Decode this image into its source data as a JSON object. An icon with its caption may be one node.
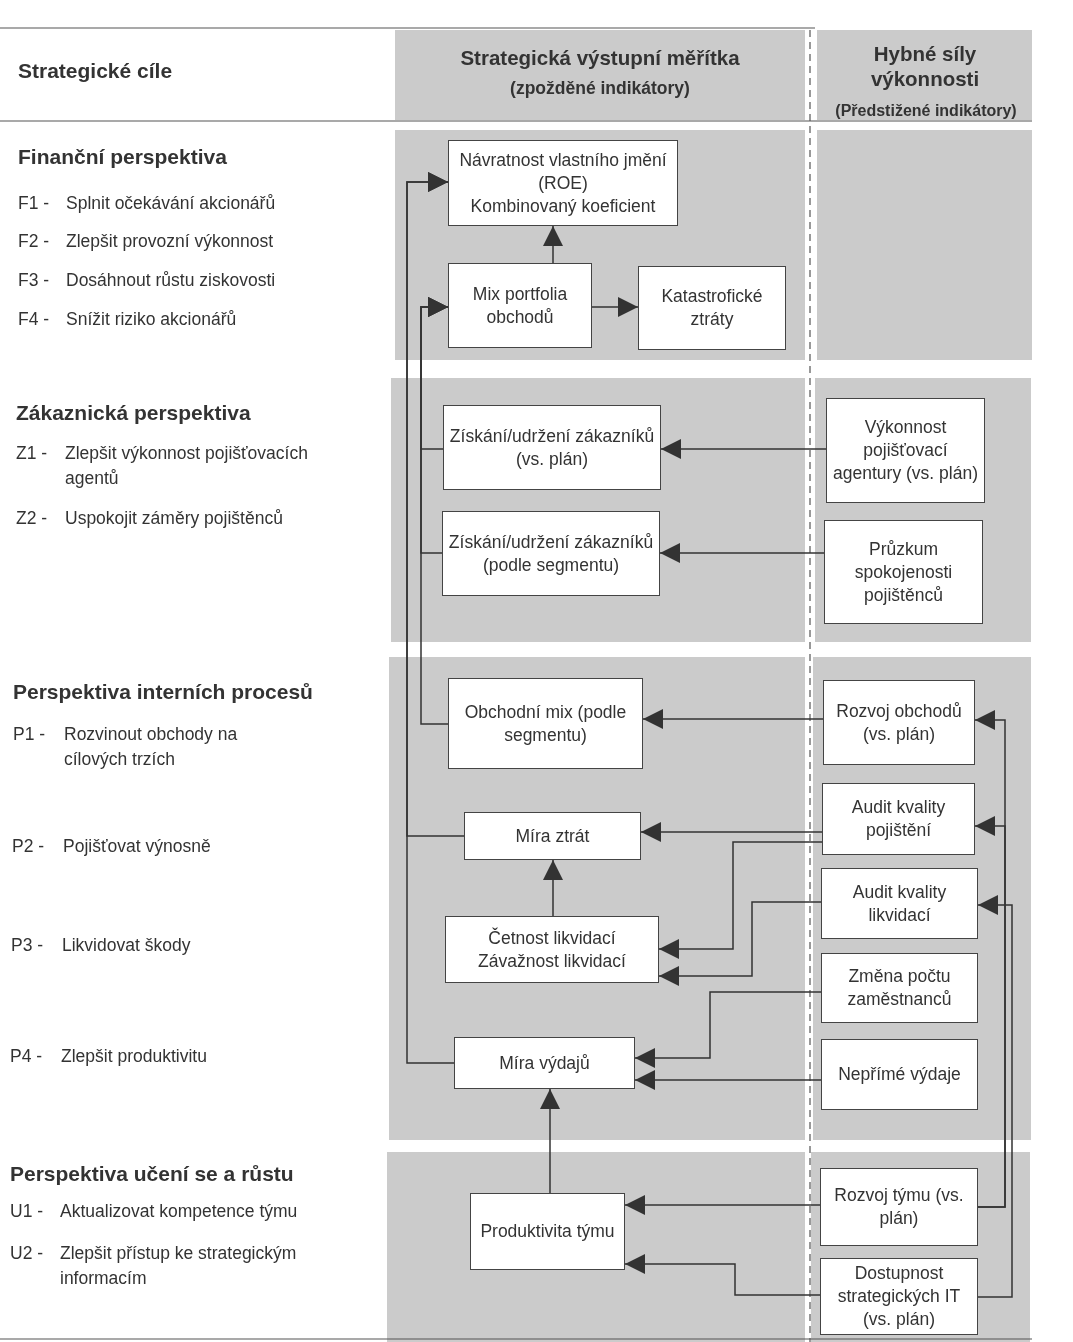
{
  "diagram": {
    "nodes": [
      {
        "text": [
          "Návratnost vlastního jmění (ROE)",
          "Kombinovaný koeficient"
        ]
      },
      {
        "text": [
          "Mix portfolia obchodů"
        ]
      },
      {
        "text": [
          "Katastrofické ztráty"
        ]
      },
      {
        "text": [
          "Získání/udržení zákazníků (vs. plán)"
        ]
      },
      {
        "text": [
          "Výkonnost pojišťovací agentury (vs. plán)"
        ]
      },
      {
        "text": [
          "Získání/udržení zákazníků (podle segmentu)"
        ]
      },
      {
        "text": [
          "Průzkum spokojenosti pojištěnců"
        ]
      },
      {
        "text": [
          "Obchodní mix (podle segmentu)"
        ]
      },
      {
        "text": [
          "Rozvoj obchodů (vs. plán)"
        ]
      },
      {
        "text": [
          "Míra ztrát"
        ]
      },
      {
        "text": [
          "Audit kvality pojištění"
        ]
      },
      {
        "text": [
          "Četnost likvidací",
          "Závažnost likvidací"
        ]
      },
      {
        "text": [
          "Audit kvality likvidací"
        ]
      },
      {
        "text": [
          "Změna počtu zaměstnanců"
        ]
      },
      {
        "text": [
          "Míra výdajů"
        ]
      },
      {
        "text": [
          "Nepřímé výdaje"
        ]
      },
      {
        "text": [
          "Produktivita týmu"
        ]
      },
      {
        "text": [
          "Rozvoj týmu (vs. plán)"
        ]
      },
      {
        "text": [
          "Dostupnost strategických IT (vs. plán)"
        ]
      }
    ],
    "edges": [
      {
        "from": 1,
        "to": 0,
        "arrow": "to"
      },
      {
        "from": 1,
        "to": 2,
        "arrow": "to"
      },
      {
        "from": 4,
        "to": 3,
        "arrow": "to"
      },
      {
        "from": 6,
        "to": 5,
        "arrow": "to"
      },
      {
        "from": 8,
        "to": 7,
        "arrow": "to"
      },
      {
        "from": 10,
        "to": 9,
        "arrow": "to"
      },
      {
        "from": 10,
        "to": 11,
        "arrow": "to"
      },
      {
        "from": 12,
        "to": 11,
        "arrow": "to"
      },
      {
        "from": 13,
        "to": 14,
        "arrow": "to"
      },
      {
        "from": 15,
        "to": 14,
        "arrow": "to"
      },
      {
        "from": 11,
        "to": 9,
        "arrow": "to"
      },
      {
        "from": 16,
        "to": 14,
        "arrow": "to"
      },
      {
        "from": 17,
        "to": 16,
        "arrow": "to"
      },
      {
        "from": 18,
        "to": 16,
        "arrow": "to"
      },
      {
        "from": 17,
        "to": 8,
        "arrow": "to"
      },
      {
        "from": 17,
        "to": 10,
        "arrow": "to"
      },
      {
        "from": 18,
        "to": 12,
        "arrow": "to"
      },
      {
        "from": 3,
        "to": 1,
        "arrow": "to"
      },
      {
        "from": 5,
        "to": 1,
        "arrow": "to"
      },
      {
        "from": 7,
        "to": 1,
        "arrow": "to"
      },
      {
        "from": 9,
        "to": 0,
        "arrow": "to"
      },
      {
        "from": 14,
        "to": 0,
        "arrow": "to"
      }
    ],
    "labels": [
      "Strategické cíle",
      "Strategická výstupní měřítka",
      "(zpožděné indikátory)",
      "Hybné síly výkonnosti",
      "(Předstižené indikátory)",
      "Finanční perspektiva",
      "F1 -",
      "Splnit očekávání akcionářů",
      "F2 -",
      "Zlepšit provozní výkonnost",
      "F3 -",
      "Dosáhnout růstu ziskovosti",
      "F4 -",
      "Snížit riziko akcionářů",
      "Zákaznická perspektiva",
      "Z1 -",
      "Zlepšit výkonnost pojišťovacích agentů",
      "Z2 -",
      "Uspokojit záměry pojištěnců",
      "Perspektiva interních procesů",
      "P1 -",
      "Rozvinout obchody na cílových trzích",
      "P2 -",
      "Pojišťovat výnosně",
      "P3 -",
      "Likvidovat škody",
      "P4 -",
      "Zlepšit produktivitu",
      "Perspektiva učení se a růstu",
      "U1 -",
      "Aktualizovat kompetence týmu",
      "U2 -",
      "Zlepšit přístup ke strategickým informacím"
    ]
  }
}
